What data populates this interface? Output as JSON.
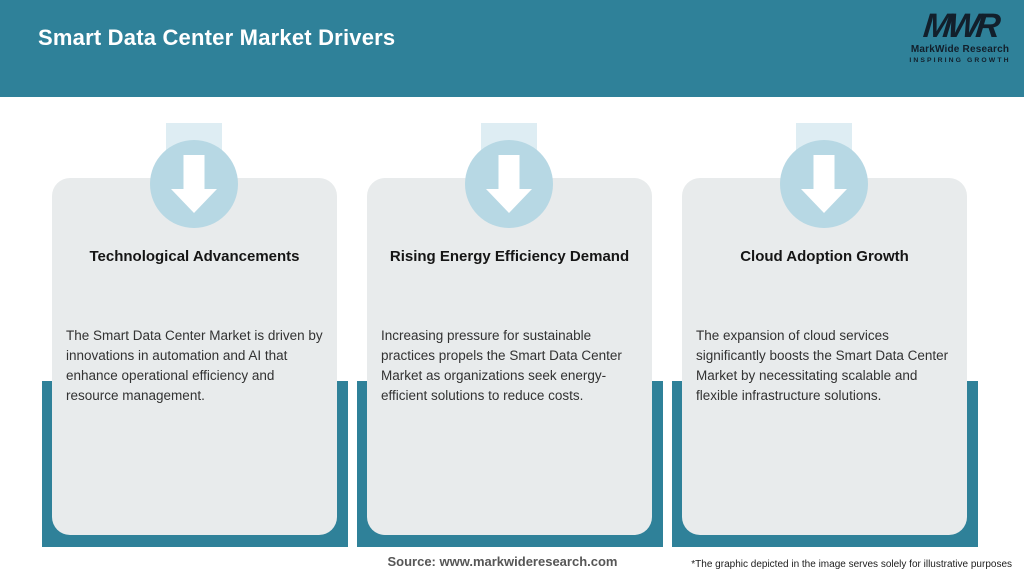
{
  "header": {
    "title": "Smart Data Center Market Drivers",
    "logo": {
      "monogram": "MWR",
      "name": "MarkWide Research",
      "tagline": "INSPIRING GROWTH"
    }
  },
  "cards": [
    {
      "icon": "down-arrow-icon",
      "title": "Technological Advancements",
      "body": "The Smart Data Center Market is driven by innovations in automation and AI that enhance operational efficiency and resource management."
    },
    {
      "icon": "down-arrow-icon",
      "title": "Rising Energy Efficiency Demand",
      "body": "Increasing pressure for sustainable practices propels the Smart Data Center Market as organizations seek energy-efficient solutions to reduce costs."
    },
    {
      "icon": "down-arrow-icon",
      "title": "Cloud Adoption Growth",
      "body": "The expansion of cloud services significantly boosts the Smart Data Center Market by necessitating scalable and flexible infrastructure solutions."
    }
  ],
  "footer": {
    "source": "Source: www.markwideresearch.com",
    "disclaimer": "*The graphic depicted in the image serves solely for illustrative purposes"
  },
  "colors": {
    "teal": "#2F8199",
    "circle-blue": "#B7D8E4",
    "tab-blue": "#DEEDF3",
    "card-bg": "#E8EBEC",
    "title-ink": "#151515",
    "body-ink": "#323232",
    "source-ink": "#565656",
    "logo-ink": "#121F2B"
  }
}
